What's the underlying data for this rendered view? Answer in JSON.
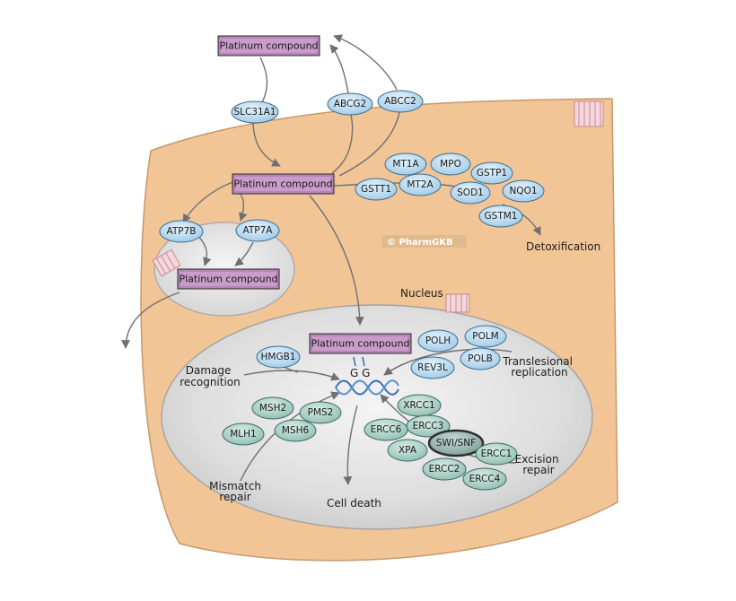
{
  "compound_label": "Platinum compound",
  "watermark": "© PharmGKB",
  "labels": {
    "nucleus": "Nucleus",
    "detox": "Detoxification",
    "damage1": "Damage",
    "damage2": "recognition",
    "trans1": "Translesional",
    "trans2": "replication",
    "excision1": "Excision",
    "excision2": "repair",
    "mismatch1": "Mismatch",
    "mismatch2": "repair",
    "celldeath": "Cell death",
    "gg": "G G"
  },
  "transporters": {
    "influx": "SLC31A1",
    "efflux1": "ABCG2",
    "efflux2": "ABCC2"
  },
  "golgi_genes": {
    "a": "ATP7B",
    "b": "ATP7A"
  },
  "detox_genes": [
    "MT1A",
    "MPO",
    "GSTP1",
    "GSTT1",
    "MT2A",
    "SOD1",
    "NQO1",
    "GSTM1"
  ],
  "translesion_genes": [
    "POLH",
    "POLM",
    "REV3L",
    "POLB"
  ],
  "damage_gene": "HMGB1",
  "mismatch_genes": [
    "MSH2",
    "PMS2",
    "MLH1",
    "MSH6"
  ],
  "excision_genes": [
    "XRCC1",
    "ERCC3",
    "ERCC6",
    "SWI/SNF",
    "XPA",
    "ERCC1",
    "ERCC2",
    "ERCC4"
  ]
}
